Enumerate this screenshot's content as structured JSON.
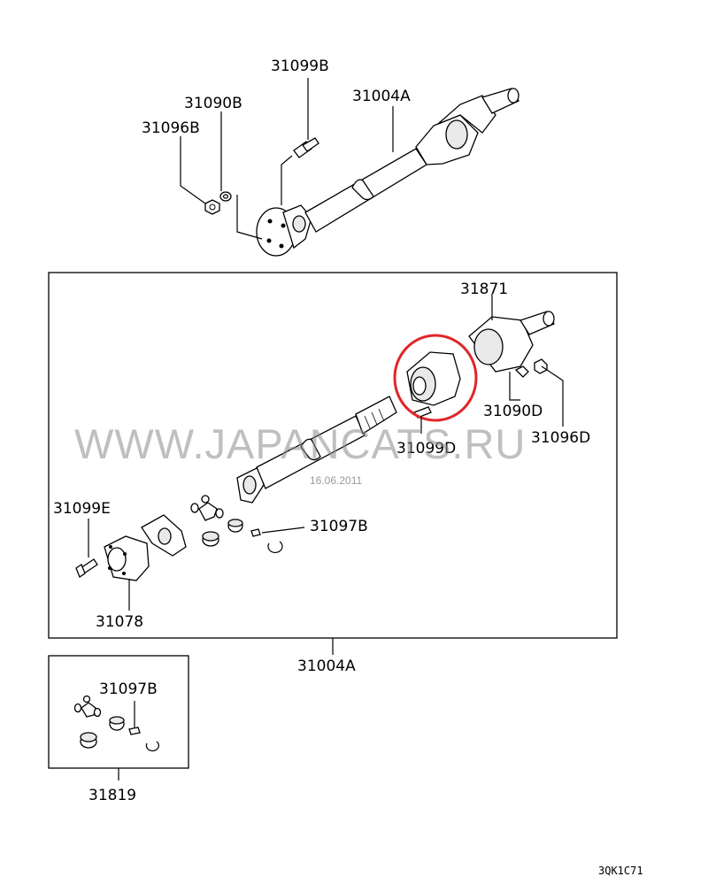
{
  "diagram": {
    "labels": {
      "l31099B_top": "31099B",
      "l31090B": "31090B",
      "l31004A_top": "31004A",
      "l31096B": "31096B",
      "l31871": "31871",
      "l31090D": "31090D",
      "l31096D": "31096D",
      "l31099D": "31099D",
      "l31099E": "31099E",
      "l31097B_main": "31097B",
      "l31078": "31078",
      "l31004A_bottom": "31004A",
      "l31097B_kit": "31097B",
      "l31819": "31819"
    },
    "watermark": "WWW.JAPANCATS.RU",
    "watermark_date": "16.06.2011",
    "diagram_code": "3QK1C71",
    "highlight_color": "#e0262a"
  }
}
